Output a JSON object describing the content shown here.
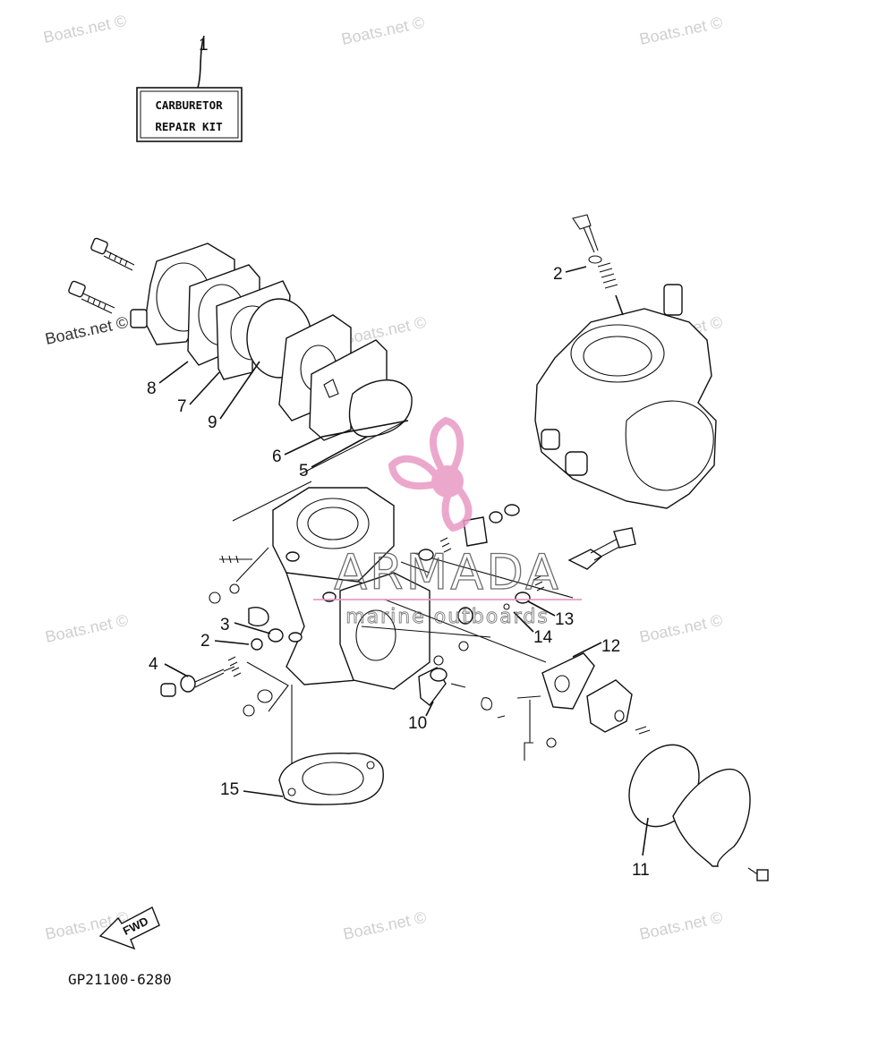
{
  "watermark": {
    "text": "Boats.net ©"
  },
  "kit_box": {
    "line1": "CARBURETOR",
    "line2": "REPAIR KIT"
  },
  "brand": {
    "name": "ARMADA",
    "sub": "marine outboards",
    "accent": "#e99ac4"
  },
  "fwd": {
    "label": "FWD"
  },
  "figure_code": "GP21100-6280",
  "callouts": {
    "c1": "1",
    "c2a": "2",
    "c2b": "2",
    "c3": "3",
    "c4": "4",
    "c5": "5",
    "c6": "6",
    "c7": "7",
    "c8": "8",
    "c9": "9",
    "c10": "10",
    "c11": "11",
    "c12": "12",
    "c13": "13",
    "c14": "14",
    "c15": "15"
  }
}
